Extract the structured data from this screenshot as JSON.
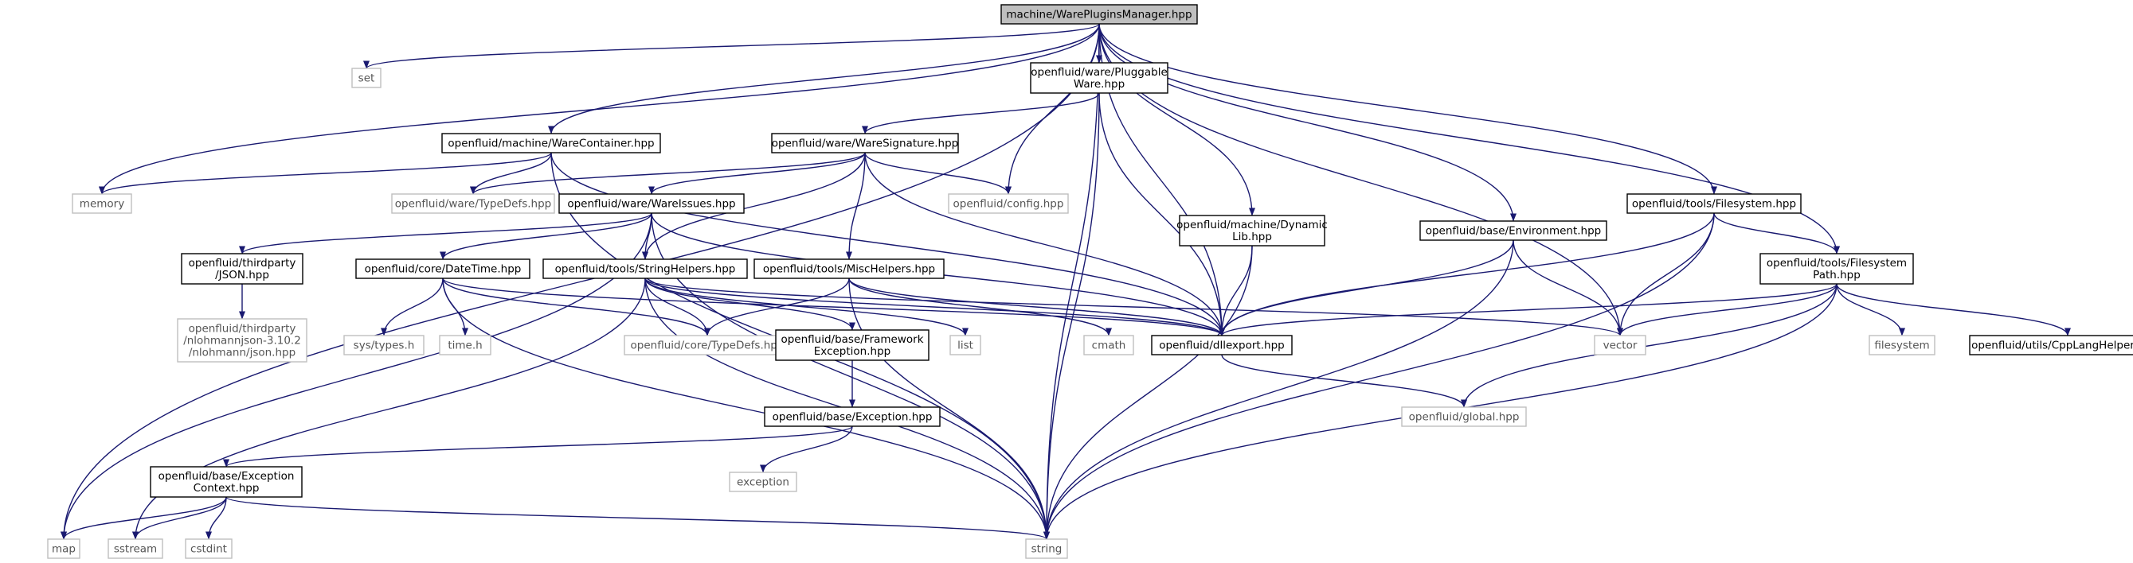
{
  "graph": {
    "edge_color": "#191970",
    "node_border_color": "#000000",
    "external_border_color": "#bfbfbf",
    "root_fill_color": "#bfbfbf",
    "nodes": [
      {
        "id": "root",
        "lines": [
          "machine/WarePluginsManager.hpp"
        ],
        "kind": "root"
      },
      {
        "id": "set",
        "lines": [
          "set"
        ],
        "kind": "external"
      },
      {
        "id": "pluggable",
        "lines": [
          "openfluid/ware/Pluggable",
          "Ware.hpp"
        ],
        "kind": "found"
      },
      {
        "id": "warecontainer",
        "lines": [
          "openfluid/machine/WareContainer.hpp"
        ],
        "kind": "found"
      },
      {
        "id": "waresig",
        "lines": [
          "openfluid/ware/WareSignature.hpp"
        ],
        "kind": "found"
      },
      {
        "id": "fsys",
        "lines": [
          "openfluid/tools/Filesystem.hpp"
        ],
        "kind": "found"
      },
      {
        "id": "memory",
        "lines": [
          "memory"
        ],
        "kind": "external"
      },
      {
        "id": "typedefs_ware",
        "lines": [
          "openfluid/ware/TypeDefs.hpp"
        ],
        "kind": "external"
      },
      {
        "id": "wareissues",
        "lines": [
          "openfluid/ware/WareIssues.hpp"
        ],
        "kind": "found"
      },
      {
        "id": "config",
        "lines": [
          "openfluid/config.hpp"
        ],
        "kind": "external"
      },
      {
        "id": "dynlib",
        "lines": [
          "openfluid/machine/Dynamic",
          "Lib.hpp"
        ],
        "kind": "found"
      },
      {
        "id": "env",
        "lines": [
          "openfluid/base/Environment.hpp"
        ],
        "kind": "found"
      },
      {
        "id": "fspath",
        "lines": [
          "openfluid/tools/Filesystem",
          "Path.hpp"
        ],
        "kind": "found"
      },
      {
        "id": "json",
        "lines": [
          "openfluid/thirdparty",
          "/JSON.hpp"
        ],
        "kind": "found"
      },
      {
        "id": "datetime",
        "lines": [
          "openfluid/core/DateTime.hpp"
        ],
        "kind": "found"
      },
      {
        "id": "strhelpers",
        "lines": [
          "openfluid/tools/StringHelpers.hpp"
        ],
        "kind": "found"
      },
      {
        "id": "mischelpers",
        "lines": [
          "openfluid/tools/MiscHelpers.hpp"
        ],
        "kind": "found"
      },
      {
        "id": "nlohmann",
        "lines": [
          "openfluid/thirdparty",
          "/nlohmannjson-3.10.2",
          "/nlohmann/json.hpp"
        ],
        "kind": "external"
      },
      {
        "id": "systypes",
        "lines": [
          "sys/types.h"
        ],
        "kind": "external"
      },
      {
        "id": "timeh",
        "lines": [
          "time.h"
        ],
        "kind": "external"
      },
      {
        "id": "typedefs_core",
        "lines": [
          "openfluid/core/TypeDefs.hpp"
        ],
        "kind": "external"
      },
      {
        "id": "framework",
        "lines": [
          "openfluid/base/Framework",
          "Exception.hpp"
        ],
        "kind": "found"
      },
      {
        "id": "list",
        "lines": [
          "list"
        ],
        "kind": "external"
      },
      {
        "id": "cmath",
        "lines": [
          "cmath"
        ],
        "kind": "external"
      },
      {
        "id": "dllexport",
        "lines": [
          "openfluid/dllexport.hpp"
        ],
        "kind": "found"
      },
      {
        "id": "vector",
        "lines": [
          "vector"
        ],
        "kind": "external"
      },
      {
        "id": "filesystem",
        "lines": [
          "filesystem"
        ],
        "kind": "external"
      },
      {
        "id": "cpplang",
        "lines": [
          "openfluid/utils/CppLangHelpers.hpp"
        ],
        "kind": "found"
      },
      {
        "id": "global",
        "lines": [
          "openfluid/global.hpp"
        ],
        "kind": "external"
      },
      {
        "id": "exception_hpp",
        "lines": [
          "openfluid/base/Exception.hpp"
        ],
        "kind": "found"
      },
      {
        "id": "exception",
        "lines": [
          "exception"
        ],
        "kind": "external"
      },
      {
        "id": "exccontext",
        "lines": [
          "openfluid/base/Exception",
          "Context.hpp"
        ],
        "kind": "found"
      },
      {
        "id": "map",
        "lines": [
          "map"
        ],
        "kind": "external"
      },
      {
        "id": "sstream",
        "lines": [
          "sstream"
        ],
        "kind": "external"
      },
      {
        "id": "cstdint",
        "lines": [
          "cstdint"
        ],
        "kind": "external"
      },
      {
        "id": "string",
        "lines": [
          "string"
        ],
        "kind": "external"
      }
    ],
    "edges": [
      [
        "root",
        "set"
      ],
      [
        "root",
        "pluggable"
      ],
      [
        "root",
        "warecontainer"
      ],
      [
        "root",
        "memory"
      ],
      [
        "root",
        "config"
      ],
      [
        "root",
        "dynlib"
      ],
      [
        "root",
        "env"
      ],
      [
        "root",
        "fsys"
      ],
      [
        "root",
        "fspath"
      ],
      [
        "root",
        "dllexport"
      ],
      [
        "root",
        "vector"
      ],
      [
        "root",
        "map"
      ],
      [
        "root",
        "string"
      ],
      [
        "pluggable",
        "waresig"
      ],
      [
        "pluggable",
        "dllexport"
      ],
      [
        "pluggable",
        "string"
      ],
      [
        "warecontainer",
        "memory"
      ],
      [
        "warecontainer",
        "typedefs_ware"
      ],
      [
        "warecontainer",
        "dllexport"
      ],
      [
        "warecontainer",
        "string"
      ],
      [
        "waresig",
        "typedefs_ware"
      ],
      [
        "waresig",
        "wareissues"
      ],
      [
        "waresig",
        "config"
      ],
      [
        "waresig",
        "strhelpers"
      ],
      [
        "waresig",
        "mischelpers"
      ],
      [
        "waresig",
        "dllexport"
      ],
      [
        "wareissues",
        "json"
      ],
      [
        "wareissues",
        "datetime"
      ],
      [
        "wareissues",
        "strhelpers"
      ],
      [
        "wareissues",
        "dllexport"
      ],
      [
        "wareissues",
        "map"
      ],
      [
        "wareissues",
        "string"
      ],
      [
        "json",
        "nlohmann"
      ],
      [
        "datetime",
        "systypes"
      ],
      [
        "datetime",
        "timeh"
      ],
      [
        "datetime",
        "typedefs_core"
      ],
      [
        "datetime",
        "dllexport"
      ],
      [
        "datetime",
        "string"
      ],
      [
        "strhelpers",
        "typedefs_core"
      ],
      [
        "strhelpers",
        "framework"
      ],
      [
        "strhelpers",
        "list"
      ],
      [
        "strhelpers",
        "vector"
      ],
      [
        "strhelpers",
        "sstream"
      ],
      [
        "strhelpers",
        "dllexport"
      ],
      [
        "strhelpers",
        "string"
      ],
      [
        "mischelpers",
        "typedefs_core"
      ],
      [
        "mischelpers",
        "cmath"
      ],
      [
        "mischelpers",
        "dllexport"
      ],
      [
        "mischelpers",
        "string"
      ],
      [
        "framework",
        "exception_hpp"
      ],
      [
        "exception_hpp",
        "exception"
      ],
      [
        "exception_hpp",
        "exccontext"
      ],
      [
        "exccontext",
        "map"
      ],
      [
        "exccontext",
        "sstream"
      ],
      [
        "exccontext",
        "cstdint"
      ],
      [
        "exccontext",
        "string"
      ],
      [
        "dynlib",
        "dllexport"
      ],
      [
        "dynlib",
        "string"
      ],
      [
        "env",
        "dllexport"
      ],
      [
        "env",
        "vector"
      ],
      [
        "env",
        "string"
      ],
      [
        "fsys",
        "fspath"
      ],
      [
        "fsys",
        "dllexport"
      ],
      [
        "fsys",
        "vector"
      ],
      [
        "fsys",
        "string"
      ],
      [
        "fspath",
        "dllexport"
      ],
      [
        "fspath",
        "vector"
      ],
      [
        "fspath",
        "filesystem"
      ],
      [
        "fspath",
        "cpplang"
      ],
      [
        "fspath",
        "global"
      ],
      [
        "fspath",
        "string"
      ],
      [
        "dllexport",
        "global"
      ]
    ]
  }
}
